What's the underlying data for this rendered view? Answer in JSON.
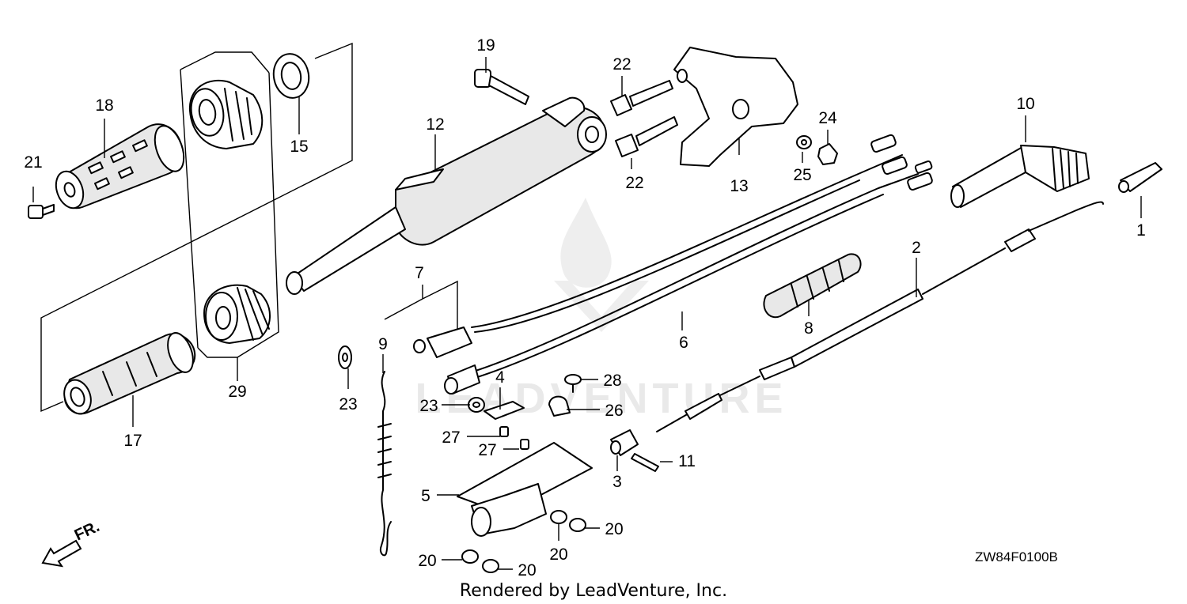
{
  "diagram": {
    "callouts": [
      {
        "id": "c1",
        "label": "1"
      },
      {
        "id": "c2",
        "label": "2"
      },
      {
        "id": "c3",
        "label": "3"
      },
      {
        "id": "c4",
        "label": "4"
      },
      {
        "id": "c5",
        "label": "5"
      },
      {
        "id": "c6",
        "label": "6"
      },
      {
        "id": "c7",
        "label": "7"
      },
      {
        "id": "c8",
        "label": "8"
      },
      {
        "id": "c9",
        "label": "9"
      },
      {
        "id": "c10",
        "label": "10"
      },
      {
        "id": "c11",
        "label": "11"
      },
      {
        "id": "c12",
        "label": "12"
      },
      {
        "id": "c13",
        "label": "13"
      },
      {
        "id": "c15",
        "label": "15"
      },
      {
        "id": "c17",
        "label": "17"
      },
      {
        "id": "c18",
        "label": "18"
      },
      {
        "id": "c19",
        "label": "19"
      },
      {
        "id": "c20a",
        "label": "20"
      },
      {
        "id": "c20b",
        "label": "20"
      },
      {
        "id": "c20c",
        "label": "20"
      },
      {
        "id": "c20d",
        "label": "20"
      },
      {
        "id": "c21",
        "label": "21"
      },
      {
        "id": "c22a",
        "label": "22"
      },
      {
        "id": "c22b",
        "label": "22"
      },
      {
        "id": "c23a",
        "label": "23"
      },
      {
        "id": "c23b",
        "label": "23"
      },
      {
        "id": "c24",
        "label": "24"
      },
      {
        "id": "c25",
        "label": "25"
      },
      {
        "id": "c26",
        "label": "26"
      },
      {
        "id": "c27a",
        "label": "27"
      },
      {
        "id": "c27b",
        "label": "27"
      },
      {
        "id": "c28",
        "label": "28"
      },
      {
        "id": "c29",
        "label": "29"
      }
    ],
    "direction_label": "FR.",
    "diagram_code": "ZW84F0100B",
    "footer": "Rendered by LeadVenture, Inc.",
    "watermark": "LEADVENTURE",
    "watermark_color": "#e9e9e9"
  }
}
